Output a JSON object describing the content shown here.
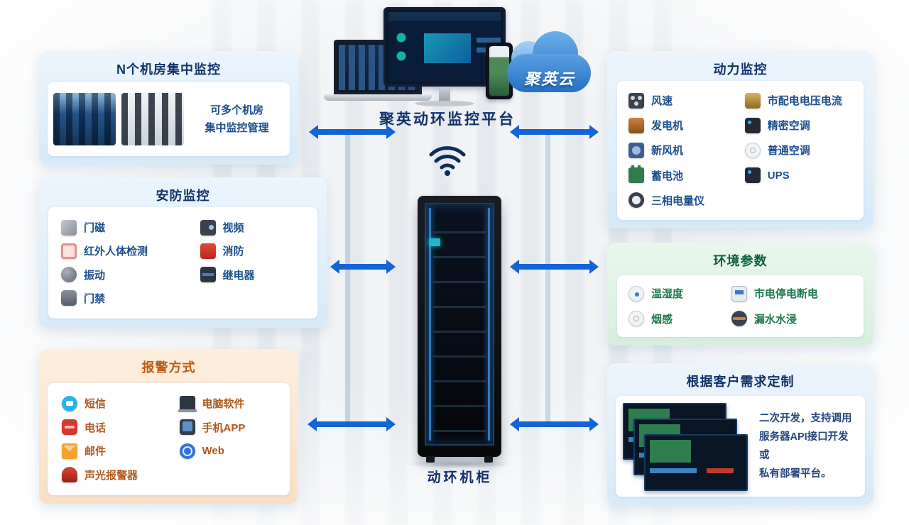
{
  "colors": {
    "arrow_blue": "#1365d6",
    "panel_blue_bg": "#ddecf8",
    "panel_orange_bg": "#fbe7d2",
    "panel_green_bg": "#e1f2e5",
    "cloud_blue": "#3584d6",
    "title_navy": "#10316b",
    "item_blue": "#1d4f8f",
    "item_orange": "#b05a1f",
    "item_green": "#1f7a4d"
  },
  "center": {
    "cloud_label": "聚英云",
    "platform_title": "聚英动环监控平台",
    "cabinet_label": "动环机柜",
    "wifi_icon": "wifi-icon",
    "devices_icon": "monitoring-screens-illustration",
    "cabinet_icon": "server-rack-illustration"
  },
  "left_panels": {
    "rooms": {
      "title": "N个机房集中监控",
      "caption_line1": "可多个机房",
      "caption_line2": "集中监控管理"
    },
    "security": {
      "title": "安防监控",
      "items": [
        {
          "icon": "door-magnet-icon",
          "label": "门磁"
        },
        {
          "icon": "video-camera-icon",
          "label": "视频"
        },
        {
          "icon": "infrared-detector-icon",
          "label": "红外人体检测"
        },
        {
          "icon": "fire-protection-icon",
          "label": "消防"
        },
        {
          "icon": "vibration-icon",
          "label": "振动"
        },
        {
          "icon": "relay-icon",
          "label": "继电器"
        },
        {
          "icon": "access-control-icon",
          "label": "门禁"
        }
      ]
    },
    "alarm": {
      "title": "报警方式",
      "items": [
        {
          "icon": "sms-icon",
          "label": "短信"
        },
        {
          "icon": "computer-software-icon",
          "label": "电脑软件"
        },
        {
          "icon": "telephone-icon",
          "label": "电话"
        },
        {
          "icon": "mobile-app-icon",
          "label": "手机APP"
        },
        {
          "icon": "email-icon",
          "label": "邮件"
        },
        {
          "icon": "web-icon",
          "label": "Web"
        },
        {
          "icon": "siren-icon",
          "label": "声光报警器"
        }
      ]
    }
  },
  "right_panels": {
    "power": {
      "title": "动力监控",
      "items": [
        {
          "icon": "wind-speed-icon",
          "label": "风速"
        },
        {
          "icon": "mains-distribution-icon",
          "label": "市配电电压电流"
        },
        {
          "icon": "generator-icon",
          "label": "发电机"
        },
        {
          "icon": "precision-ac-icon",
          "label": "精密空调"
        },
        {
          "icon": "fresh-air-fan-icon",
          "label": "新风机"
        },
        {
          "icon": "ordinary-ac-icon",
          "label": "普通空调"
        },
        {
          "icon": "battery-icon",
          "label": "蓄电池"
        },
        {
          "icon": "ups-icon",
          "label": "UPS"
        },
        {
          "icon": "three-phase-meter-icon",
          "label": "三相电量仪"
        }
      ]
    },
    "environment": {
      "title": "环境参数",
      "items": [
        {
          "icon": "temp-humidity-icon",
          "label": "温湿度"
        },
        {
          "icon": "power-outage-icon",
          "label": "市电停电断电"
        },
        {
          "icon": "smoke-detector-icon",
          "label": "烟感"
        },
        {
          "icon": "water-leak-icon",
          "label": "漏水水浸"
        }
      ]
    },
    "custom": {
      "title": "根据客户需求定制",
      "text_line1": "二次开发，支持调用",
      "text_line2": "服务器API接口开发或",
      "text_line3": "私有部署平台。"
    }
  }
}
